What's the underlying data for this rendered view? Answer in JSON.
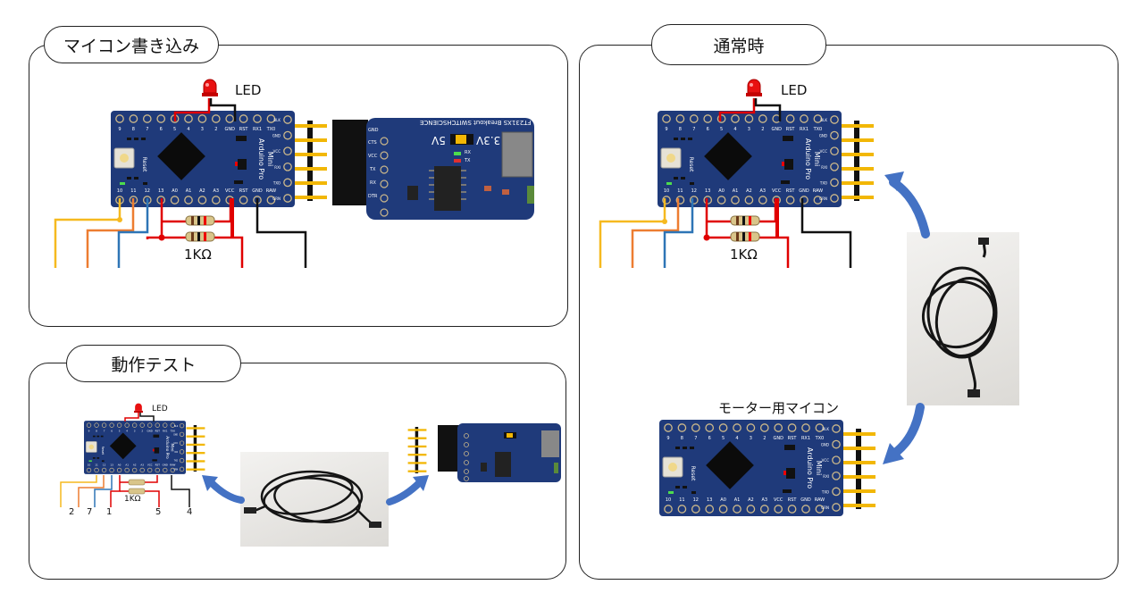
{
  "sections": {
    "programming": {
      "title": "マイコン書き込み"
    },
    "test": {
      "title": "動作テスト"
    },
    "normal": {
      "title": "通常時"
    }
  },
  "labels": {
    "led": "LED",
    "resistor": "1KΩ",
    "motor_mcu": "モーター用マイコン"
  },
  "board": {
    "top_pins": [
      "9",
      "8",
      "7",
      "6",
      "5",
      "4",
      "3",
      "2",
      "GND",
      "RST",
      "RX1",
      "TX0"
    ],
    "bottom_pins": [
      "10",
      "11",
      "12",
      "13",
      "A0",
      "A1",
      "A2",
      "A3",
      "VCC",
      "RST",
      "GND",
      "RAW"
    ],
    "name_lines": [
      "Arduino Pro",
      "Mini"
    ],
    "reset_label": "Reset",
    "side_labels": [
      "BLK",
      "GND",
      "VCC",
      "RXI",
      "TXO",
      "GRN"
    ]
  },
  "ftdi": {
    "title": "FT231XS Breakout SWITCHSCIENCE",
    "voltage_5v": "5V",
    "voltage_33v": "3.3V",
    "side_labels": [
      "GND",
      "CTS",
      "VCC",
      "TX",
      "RX",
      "DTR"
    ],
    "led_labels": [
      "RX",
      "TX"
    ]
  },
  "test_wire_numbers": [
    "2",
    "7",
    "1",
    "5",
    "4"
  ],
  "colors": {
    "board": "#1f3a7a",
    "pin_header": "#f2b705",
    "wire_yellow": "#f6b91f",
    "wire_orange": "#ed7d31",
    "wire_blue": "#2e75b6",
    "wire_red": "#e00000",
    "wire_black": "#111111",
    "arrow": "#4472c4"
  }
}
